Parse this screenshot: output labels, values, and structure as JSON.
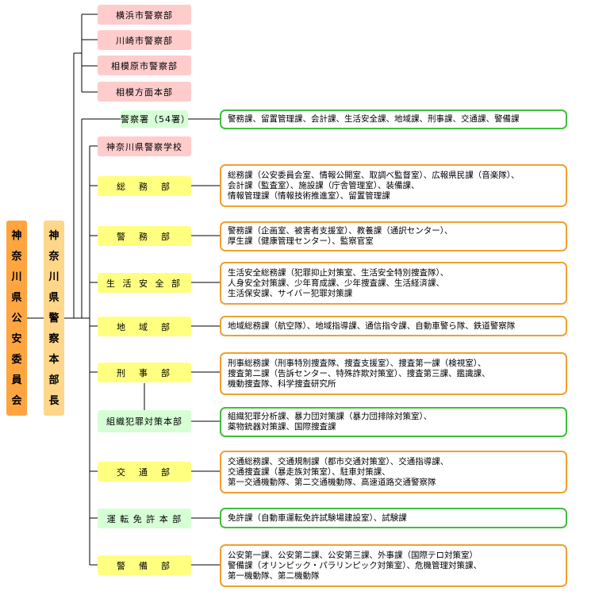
{
  "commission": {
    "chars": [
      "神",
      "奈",
      "川",
      "県",
      "公",
      "安",
      "委",
      "員",
      "会"
    ]
  },
  "chief": {
    "chars": [
      "神",
      "奈",
      "川",
      "県",
      "警",
      "察",
      "本",
      "部",
      "長"
    ]
  },
  "city_departments": [
    "横浜市警察部",
    "川崎市警察部",
    "相模原市警察部",
    "相模方面本部"
  ],
  "stations": {
    "label": "警察署（54署）",
    "desc": [
      "警務課、留置管理課、会計課、生活安全課、地域課、刑事課、交通課、警備課"
    ]
  },
  "school": {
    "label": "神奈川県警察学校"
  },
  "departments": [
    {
      "label": "総　務　部",
      "desc": [
        "総務課（公安委員会室、情報公開室、取調べ監督室）、広報県民課（音楽隊）、",
        "会計課（監査室）、施設課（庁舎管理室）、装備課、",
        "情報管理課（情報技術推進室）、留置管理課"
      ]
    },
    {
      "label": "警　務　部",
      "desc": [
        "警務課（企画室、被害者支援室）、教養課（通訳センター）、",
        "厚生課（健康管理センター）、監察官室"
      ]
    },
    {
      "label": "生 活 安 全 部",
      "desc": [
        "生活安全総務課（犯罪抑止対策室、生活安全特別捜査隊）、",
        "人身安全対策課、少年育成課、少年捜査課、生活経済課、",
        "生活保安課、サイバー犯罪対策課"
      ]
    },
    {
      "label": "地　域　部",
      "desc": [
        "地域総務課（航空隊）、地域指導課、通信指令課、自動車警ら隊、鉄道警察隊"
      ]
    },
    {
      "label": "刑　事　部",
      "desc": [
        "刑事総務課（刑事特別捜査隊、捜査支援室）、捜査第一課（検視室）、",
        "捜査第二課（告訴センター、特殊詐欺対策室）、捜査第三課、鑑識課、",
        "機動捜査隊、科学捜査研究所"
      ]
    },
    {
      "label": "組織犯罪対策本部",
      "desc": [
        "組織犯罪分析課、暴力団対策課（暴力団排除対策室）、",
        "薬物銃器対策課、国際捜査課"
      ]
    },
    {
      "label": "交　通　部",
      "desc": [
        "交通総務課、交通規制課（都市交通対策室）、交通指導課、",
        "交通捜査課（暴走族対策室）、駐車対策課、",
        "第一交通機動隊、第二交通機動隊、高速道路交通警察隊"
      ]
    },
    {
      "label": "運 転 免 許 本 部",
      "desc": [
        "免許課（自動車運転免許試験場建設室）、試験課"
      ]
    },
    {
      "label": "警　備　部",
      "desc": [
        "公安第一課、公安第二課、公安第三課、外事課（国際テロ対策室）",
        "警備課（オリンピック・パラリンピック対策室）、危機管理対策課、",
        "第一機動隊、第二機動隊"
      ]
    }
  ]
}
